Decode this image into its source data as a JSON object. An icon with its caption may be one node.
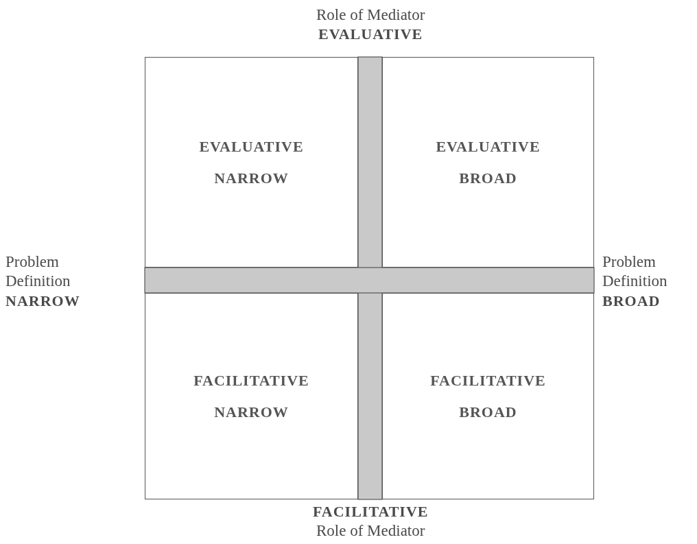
{
  "diagram": {
    "nodes": [
      {
        "text": [
          "EVALUATIVE NARROW"
        ]
      },
      {
        "text": [
          "EVALUATIVE BROAD"
        ]
      },
      {
        "text": [
          "FACILITATIVE NARROW"
        ]
      },
      {
        "text": [
          "FACILITATIVE BROAD"
        ]
      },
      {
        "text": [],
        "shape": "bar"
      },
      {
        "text": [],
        "shape": "bar"
      }
    ],
    "edges": [],
    "labels": [
      "Role of Mediator",
      "EVALUATIVE",
      "Problem Definition",
      "NARROW",
      "Problem Definition",
      "BROAD",
      "FACILITATIVE",
      "Role of Mediator"
    ]
  }
}
